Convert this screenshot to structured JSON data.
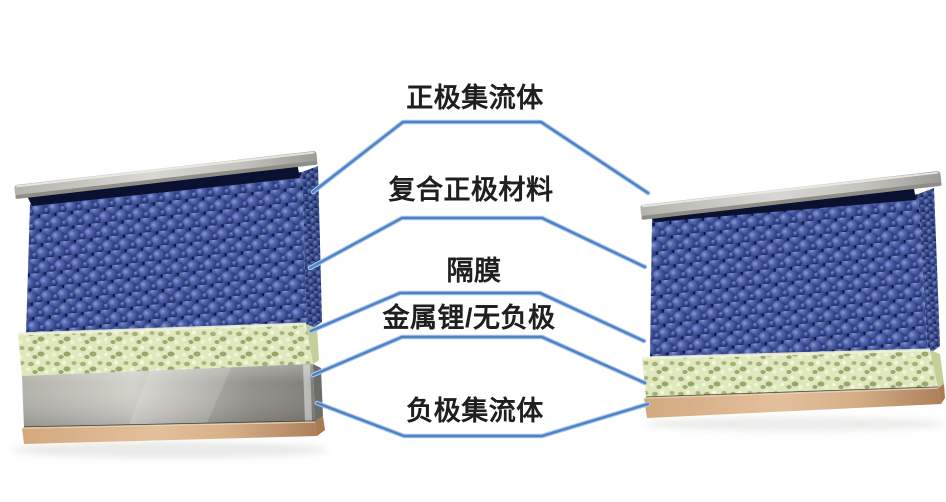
{
  "diagram": {
    "type": "annotated-battery-structure",
    "background": "#ffffff",
    "labels": [
      {
        "id": "cathode-current-collector",
        "text": "正极集流体"
      },
      {
        "id": "composite-cathode-material",
        "text": "复合正极材料"
      },
      {
        "id": "separator",
        "text": "隔膜"
      },
      {
        "id": "lithium-metal-or-anode-free",
        "text": "金属锂/无负极"
      },
      {
        "id": "anode-current-collector",
        "text": "负极集流体"
      }
    ],
    "colors": {
      "connector_line": "#4d82c9",
      "connector_line_light": "#abc7e9",
      "label_text": "#1f1f1f",
      "cathode_sphere_blue": "#35488f",
      "cathode_block_dark": "#0a1335",
      "separator_foam_green": "#dfe8bd",
      "foam_pore_olive": "#9aa76e",
      "collector_plate_gray": "#d0cec9",
      "lithium_metal_silver": "#b2b1aa",
      "copper_plate": "#d3a87e"
    },
    "left_stack": {
      "layers": [
        "cathode-collector-plate",
        "cathode-sphere-block",
        "separator-foam",
        "lithium-metal-slab",
        "copper-collector-plate"
      ]
    },
    "right_stack": {
      "layers": [
        "cathode-collector-plate",
        "cathode-sphere-block",
        "separator-foam",
        "copper-collector-plate"
      ]
    }
  }
}
